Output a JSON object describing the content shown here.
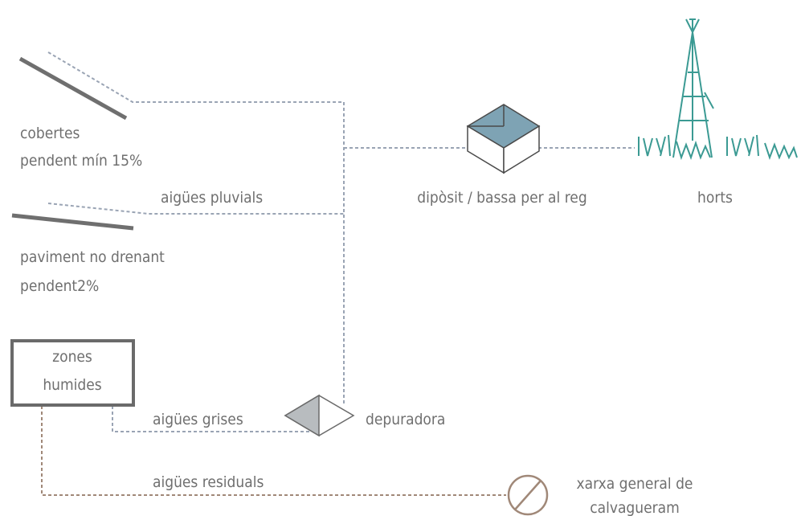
{
  "labels": {
    "roofs_line1": "cobertes",
    "roofs_line2": "pendent mín 15%",
    "rainwater": "aigües pluvials",
    "pavement_line1": "paviment no drenant",
    "pavement_line2": "pendent2%",
    "wetlands_line1": "zones",
    "wetlands_line2": "humides",
    "greywater": "aigües grises",
    "treatment": "depuradora",
    "wastewater": "aigües residuals",
    "tank": "dipòsit / bassa per al reg",
    "gardens": "horts",
    "sewer_line1": "xarxa general de",
    "sewer_line2": "calvagueram"
  },
  "colors": {
    "line_blue": "#9aa4b4",
    "line_brown": "#a08878",
    "text": "#6f6f6f",
    "tank_fill": "#7ea3b4",
    "plants": "#3b9a93",
    "box_stroke": "#6a6a6a"
  },
  "icons": [
    "roof-slope-icon",
    "pavement-slope-icon",
    "wetland-box-icon",
    "treatment-plant-icon",
    "tank-icon",
    "garden-plants-icon",
    "sewer-blocked-icon"
  ]
}
